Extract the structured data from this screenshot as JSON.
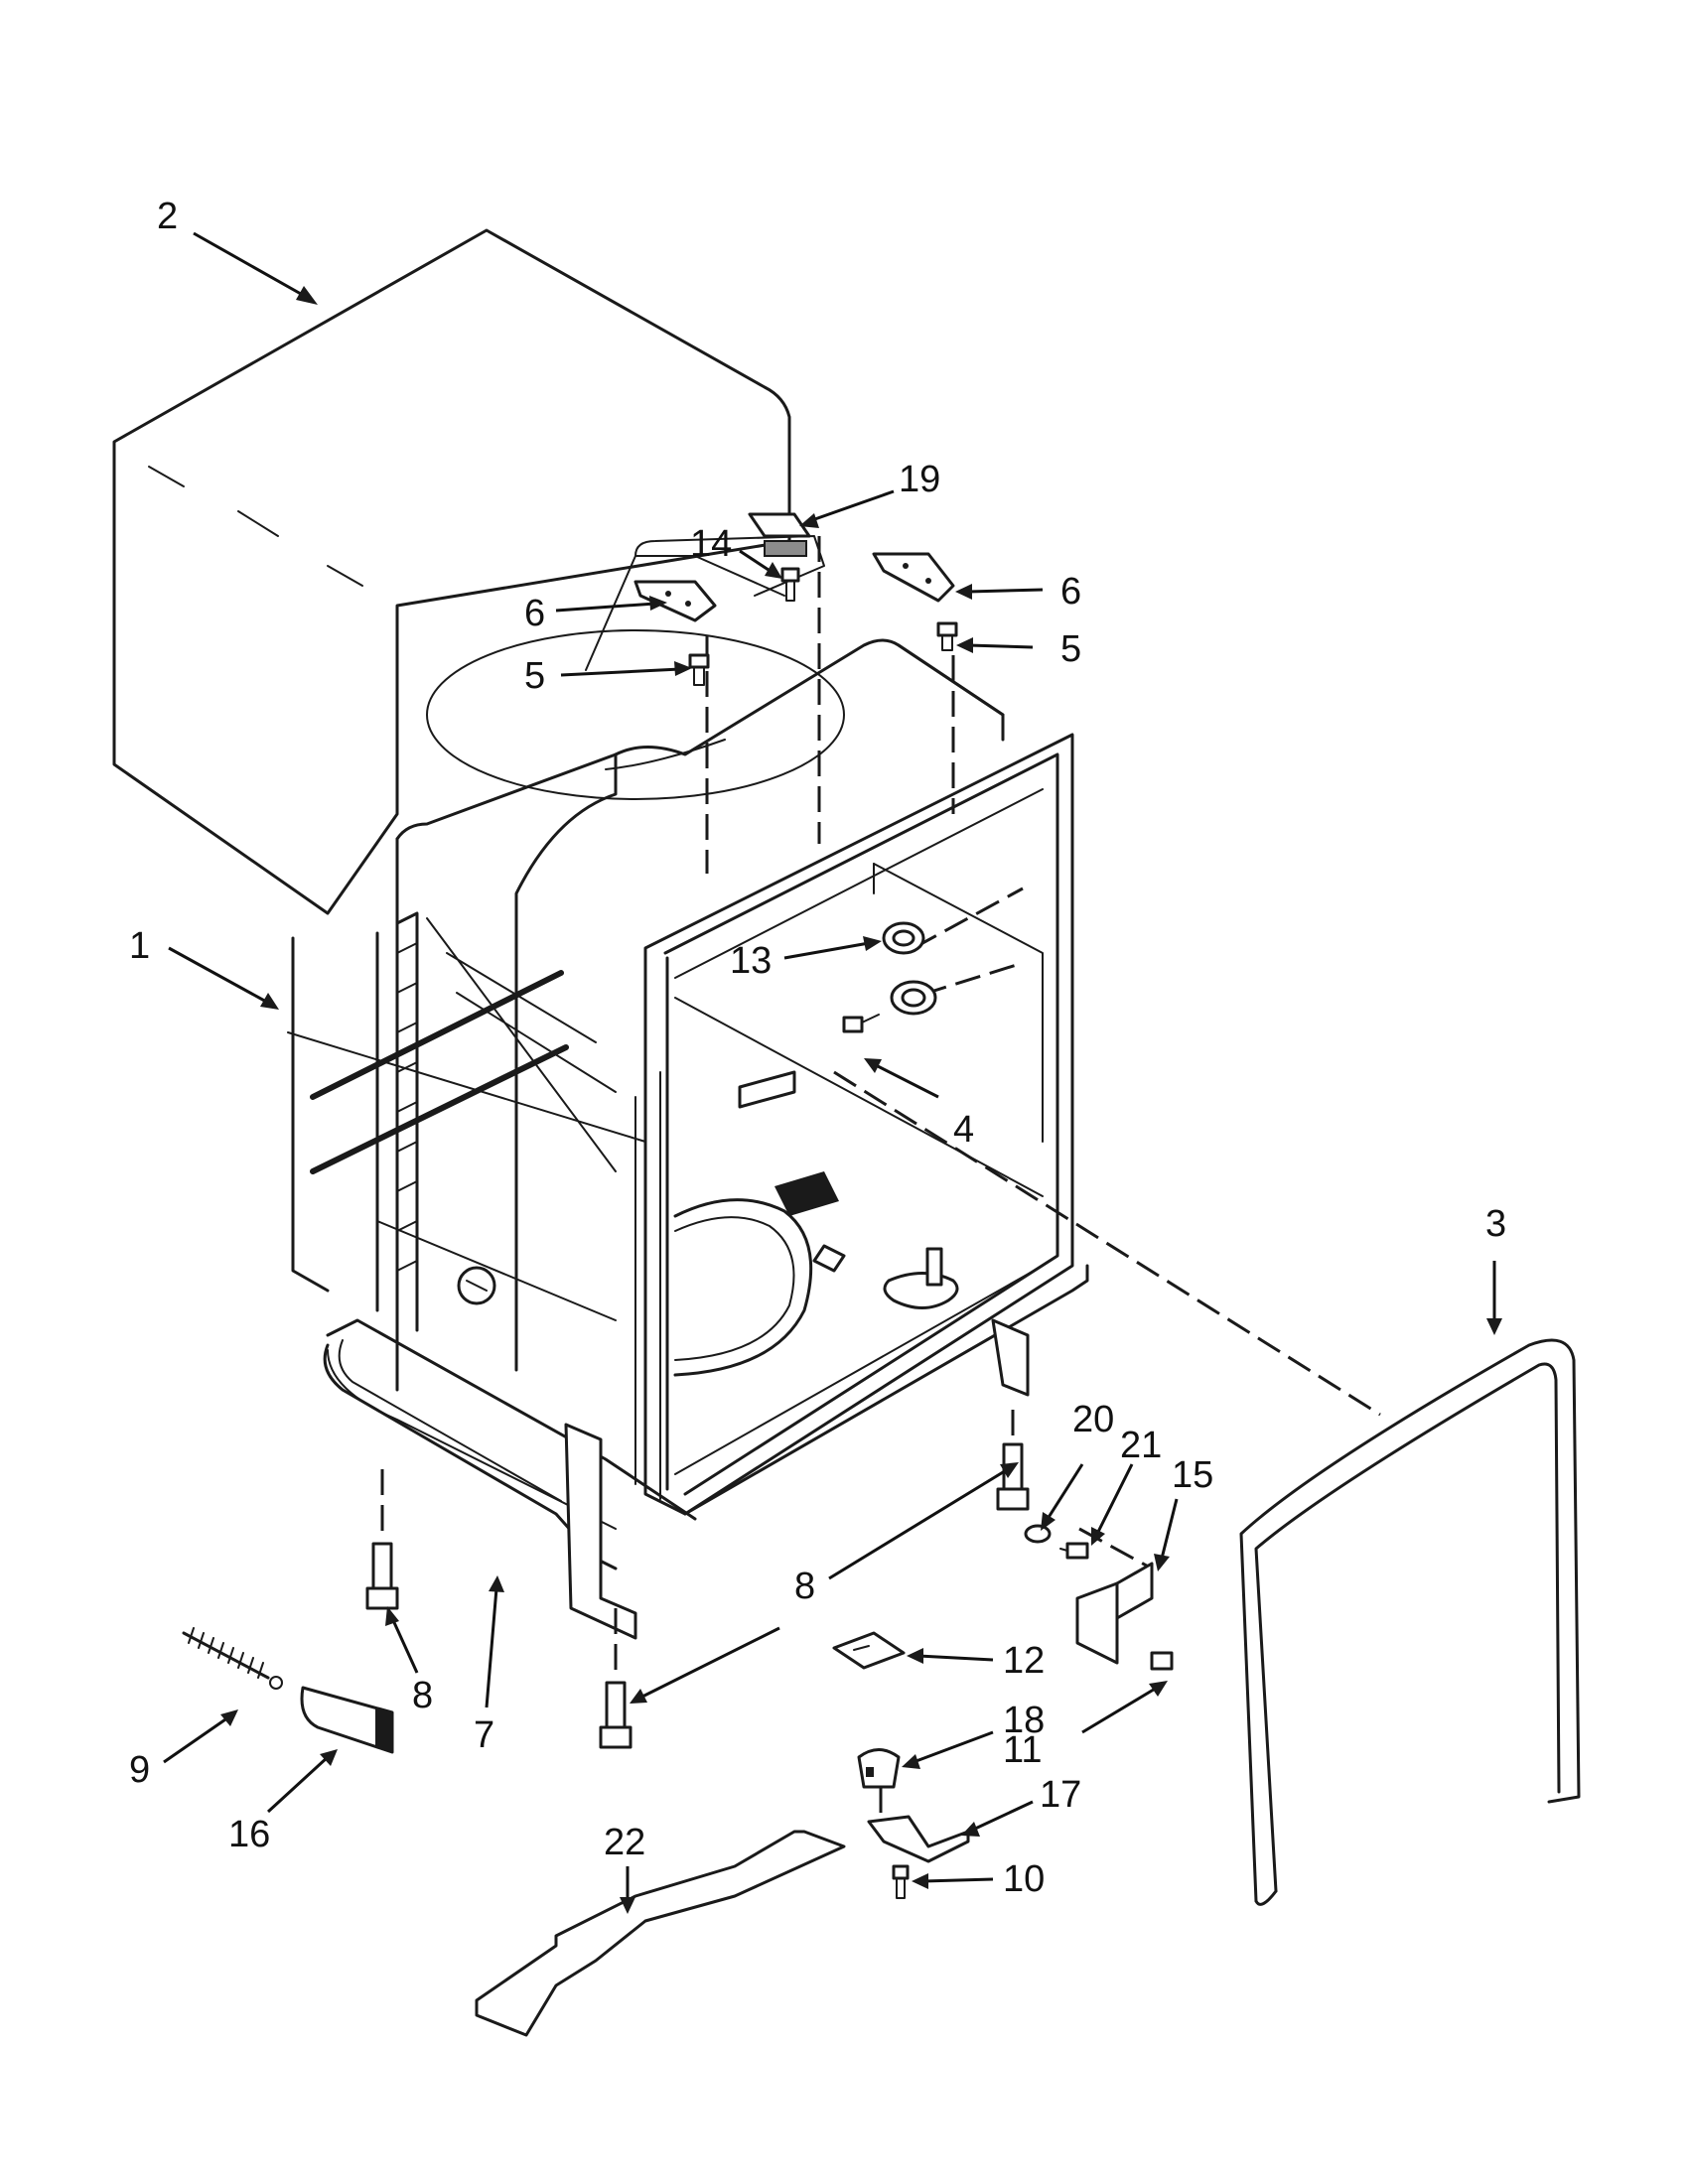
{
  "diagram": {
    "callouts": [
      {
        "id": "c2",
        "label": "2"
      },
      {
        "id": "c19",
        "label": "19"
      },
      {
        "id": "c14",
        "label": "14"
      },
      {
        "id": "c6a",
        "label": "6"
      },
      {
        "id": "c6b",
        "label": "6"
      },
      {
        "id": "c5a",
        "label": "5"
      },
      {
        "id": "c5b",
        "label": "5"
      },
      {
        "id": "c1",
        "label": "1"
      },
      {
        "id": "c13",
        "label": "13"
      },
      {
        "id": "c4",
        "label": "4"
      },
      {
        "id": "c3",
        "label": "3"
      },
      {
        "id": "c20",
        "label": "20"
      },
      {
        "id": "c21",
        "label": "21"
      },
      {
        "id": "c15",
        "label": "15"
      },
      {
        "id": "c8a",
        "label": "8"
      },
      {
        "id": "c8b",
        "label": "8"
      },
      {
        "id": "c7",
        "label": "7"
      },
      {
        "id": "c9",
        "label": "9"
      },
      {
        "id": "c16",
        "label": "16"
      },
      {
        "id": "c12",
        "label": "12"
      },
      {
        "id": "c18",
        "label": "18"
      },
      {
        "id": "c11",
        "label": "11"
      },
      {
        "id": "c17",
        "label": "17"
      },
      {
        "id": "c22",
        "label": "22"
      },
      {
        "id": "c10",
        "label": "10"
      }
    ]
  }
}
